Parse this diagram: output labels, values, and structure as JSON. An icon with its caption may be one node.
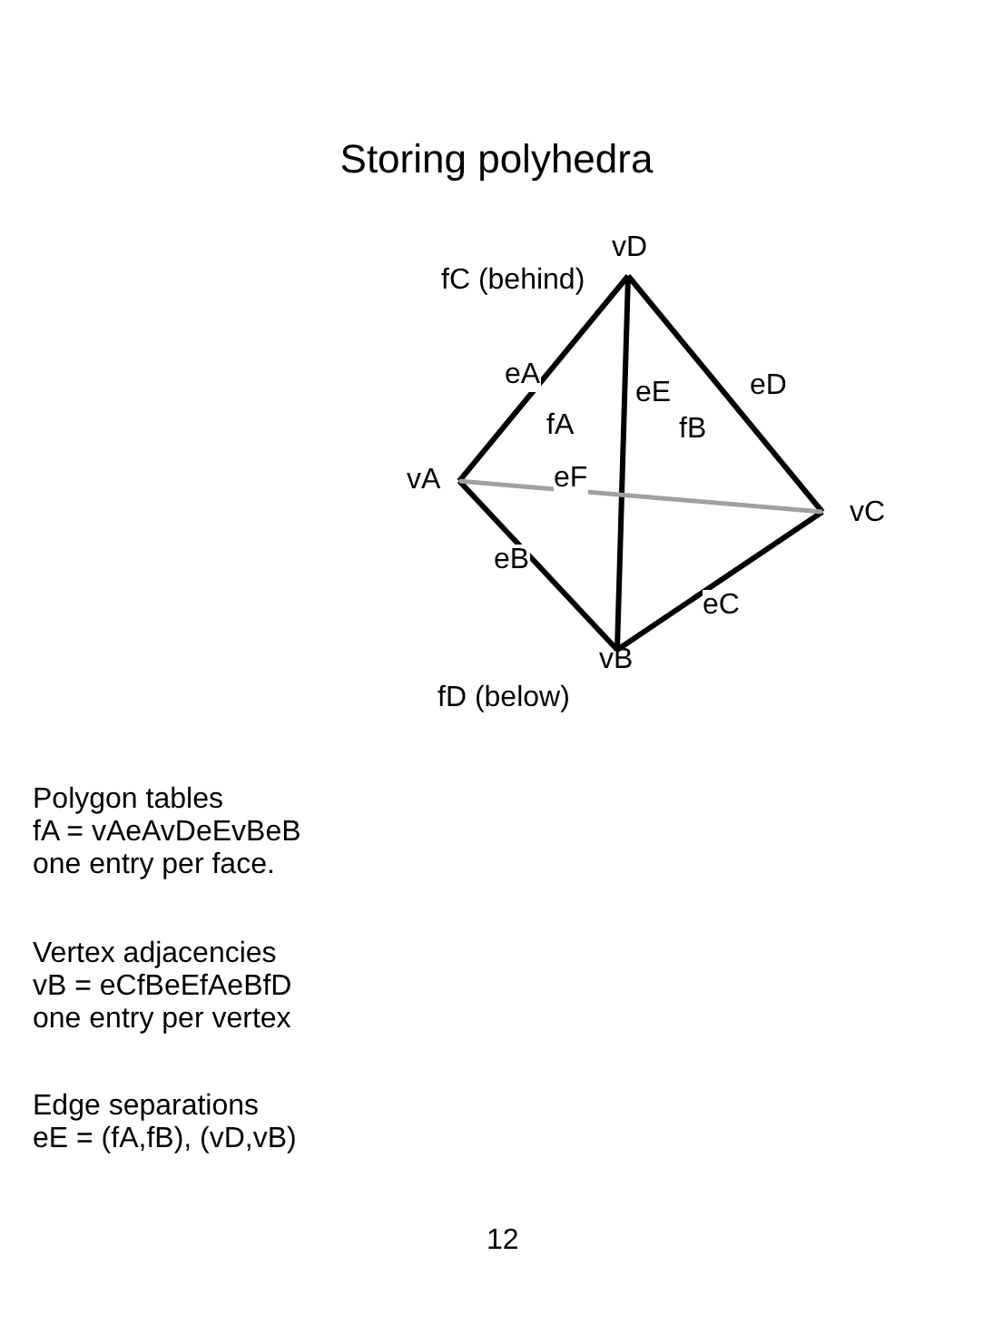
{
  "diagram": {
    "title": "Storing polyhedra",
    "nodes": [
      {
        "text": [
          "vD"
        ]
      },
      {
        "text": [
          "vA"
        ]
      },
      {
        "text": [
          "vC"
        ]
      },
      {
        "text": [
          "vB"
        ]
      }
    ],
    "edges": [
      {
        "from": 1,
        "to": 0,
        "arrow": "none",
        "label": "eA"
      },
      {
        "from": 1,
        "to": 3,
        "arrow": "none",
        "label": "eB"
      },
      {
        "from": 3,
        "to": 2,
        "arrow": "none",
        "label": "eC"
      },
      {
        "from": 0,
        "to": 2,
        "arrow": "none",
        "label": "eD"
      },
      {
        "from": 0,
        "to": 3,
        "arrow": "none",
        "label": "eE"
      },
      {
        "from": 1,
        "to": 2,
        "arrow": "none",
        "label": "eF",
        "color": "#a0a0a0"
      }
    ],
    "labels": [
      "fC (behind)",
      "fA",
      "fB",
      "fD (below)",
      "Polygon tables",
      "fA = vAeAvDeEvBeB",
      "one entry per face.",
      "Vertex adjacencies",
      "vB = eCfBeEfAeBfD",
      "one entry per vertex",
      "Edge separations",
      "eE = (fA,fB), (vD,vB)",
      "12"
    ]
  }
}
